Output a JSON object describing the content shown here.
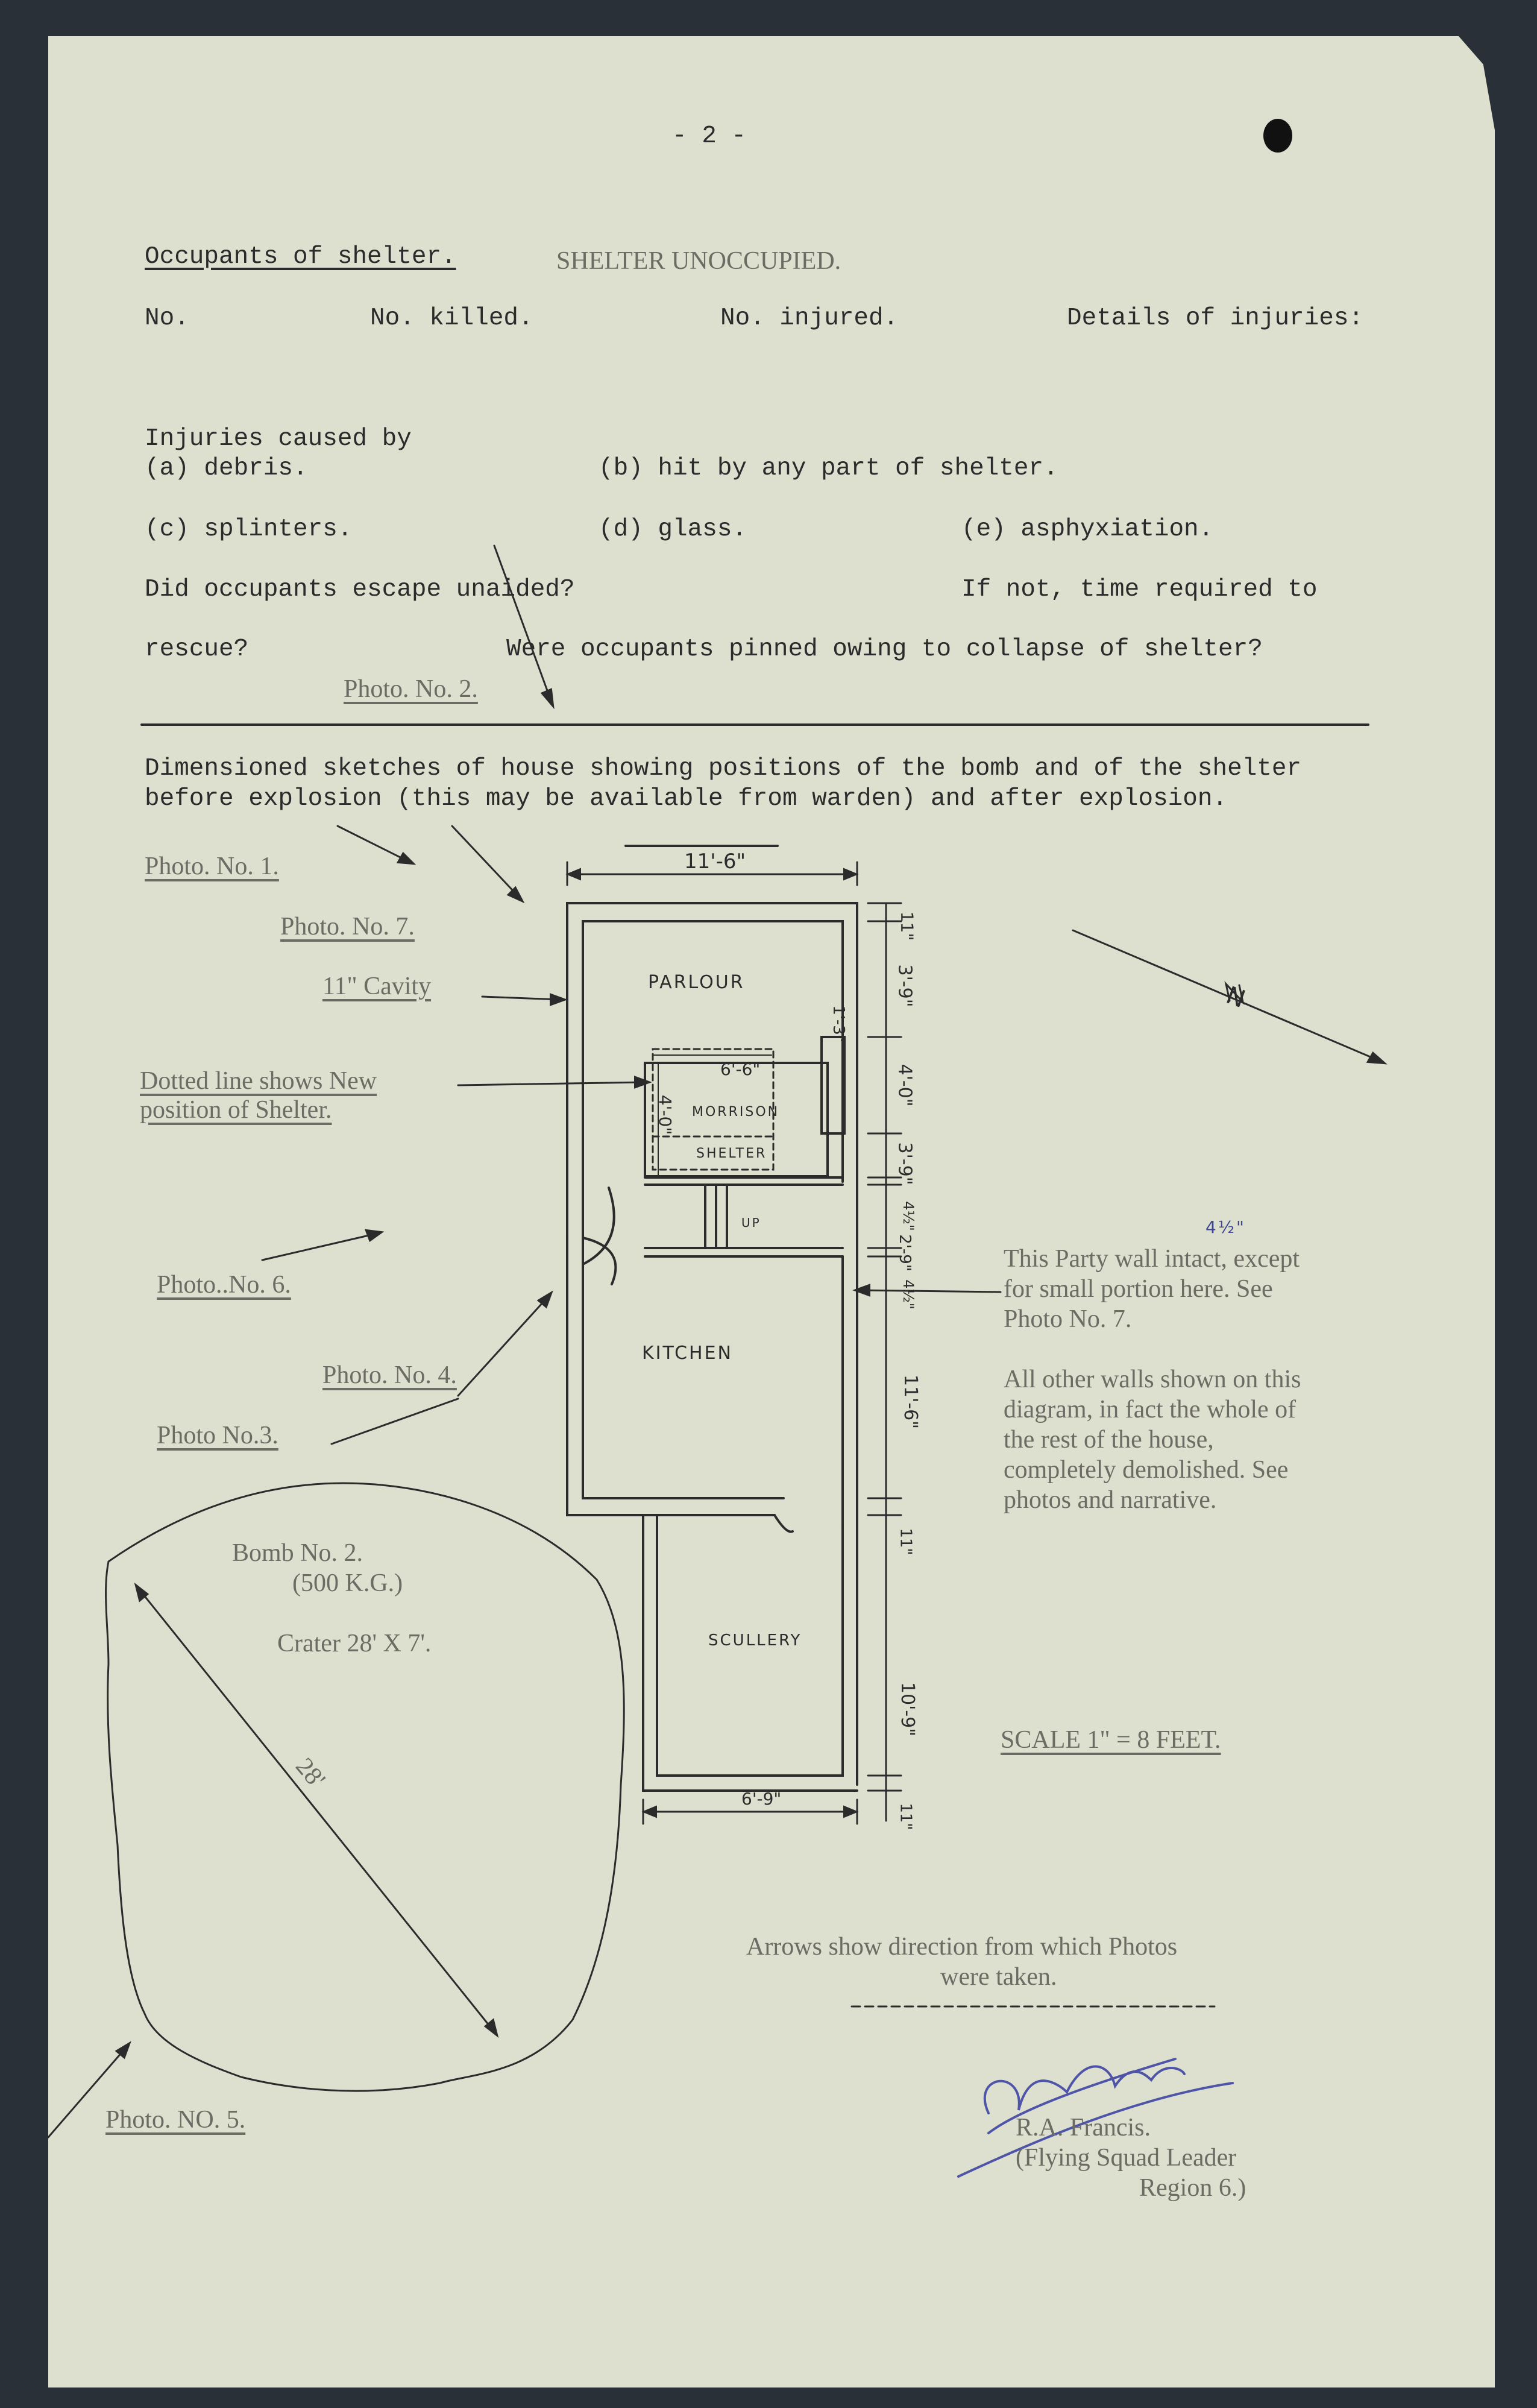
{
  "page_number": "- 2 -",
  "occupants": {
    "heading": "Occupants of shelter.",
    "status": "SHELTER UNOCCUPIED.",
    "col_no": "No.",
    "col_killed": "No. killed.",
    "col_injured": "No. injured.",
    "col_details": "Details of injuries:"
  },
  "injuries": {
    "heading": "Injuries caused by",
    "a": "(a) debris.",
    "b": "(b) hit by any part of shelter.",
    "c": "(c) splinters.",
    "d": "(d) glass.",
    "e": "(e) asphyxiation.",
    "q_escape": "Did occupants escape unaided?",
    "q_time": "If not, time required to",
    "q_rescue": "rescue?",
    "q_pinned": "Were occupants pinned owing to collapse of shelter?",
    "photo2": "Photo. No. 2."
  },
  "sketch": {
    "instruction_line1": "Dimensioned sketches of house showing positions of the bomb and of the shelter",
    "instruction_line2": "before explosion (this may be available from warden) and after explosion."
  },
  "photo_labels": {
    "p1": "Photo. No. 1.",
    "p7": "Photo. No. 7.",
    "p6": "Photo..No. 6.",
    "p4": "Photo. No. 4.",
    "p3": "Photo No.3.",
    "p5": "Photo. NO. 5."
  },
  "annotations": {
    "cavity": "11\" Cavity",
    "dotted_line1": "Dotted line shows New",
    "dotted_line2": "position of Shelter.",
    "bomb_line1": "Bomb No. 2.",
    "bomb_line2": "(500 K.G.)",
    "bomb_line3": "Crater 28' X 7'.",
    "crater_dim": "28'",
    "party_wall1": "This Party wall intact, except",
    "party_wall2": "for small portion here. See",
    "party_wall3": "Photo No. 7.",
    "party_wall_insert": "4½\"",
    "other_walls1": "All other walls shown on this",
    "other_walls2": "diagram, in fact the whole of",
    "other_walls3": "the rest of the house,",
    "other_walls4": "completely demolished. See",
    "other_walls5": "photos and narrative.",
    "scale": "SCALE 1\" = 8 FEET.",
    "arrows_line1": "Arrows show direction from which Photos",
    "arrows_line2": "were taken.",
    "north": "N"
  },
  "plan": {
    "rooms": {
      "parlour": "PARLOUR",
      "morrison": "MORRISON",
      "shelter": "SHELTER",
      "kitchen": "KITCHEN",
      "scullery": "SCULLERY",
      "up": "UP"
    },
    "dimensions": {
      "top_width": "11'-6\"",
      "shelter_width": "6'-6\"",
      "shelter_depth": "4'-0\"",
      "shelter_gap": "1'-3\"",
      "scullery_width": "6'-9\"",
      "v_top": "11\"",
      "v_a": "3'-9\"",
      "v_b": "4'-0\"",
      "v_c": "3'-9\"",
      "v_d": "4½\"",
      "v_e": "2'-9\"",
      "v_f": "4½\"",
      "v_g": "11'-6\"",
      "v_h": "11\"",
      "v_i": "10'-9\"",
      "v_j": "11\""
    }
  },
  "signature": {
    "name": "R.A. Francis.",
    "title": "(Flying Squad Leader",
    "region": "Region 6.)"
  }
}
